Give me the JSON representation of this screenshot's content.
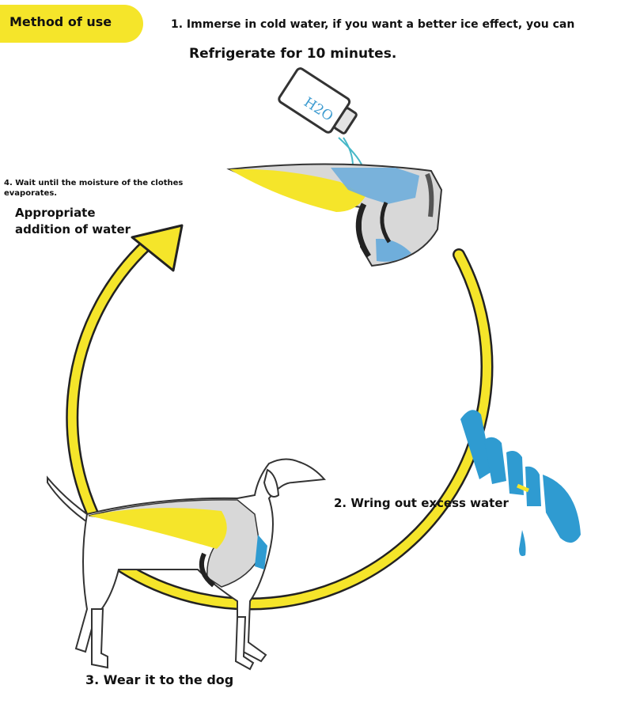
{
  "header": {
    "badge_label": "Method of use"
  },
  "steps": {
    "step1": {
      "line1": "1. Immerse in cold water, if you want a better ice effect, you can",
      "line2": "Refrigerate for 10 minutes."
    },
    "step2": {
      "label": "2. Wring out excess water"
    },
    "step3": {
      "label": "3. Wear it to the dog"
    },
    "step4": {
      "line1": "4. Wait until the moisture of the clothes",
      "line2": "evaporates.",
      "line3": "Appropriate",
      "line4": "addition of water"
    }
  },
  "bottle": {
    "label": "H2O"
  },
  "colors": {
    "accent_yellow": "#f5e52a",
    "water_blue": "#3d9bd0",
    "outline": "#222222",
    "vest_gray": "#d8d8d8"
  }
}
